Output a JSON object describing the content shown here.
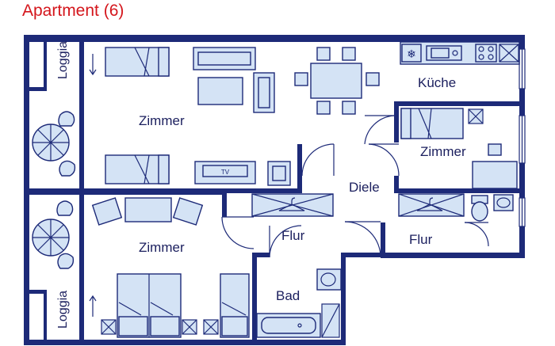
{
  "title": "Apartment (6)",
  "colors": {
    "title": "#d4161c",
    "wall": "#1d2a78",
    "furniture": "#d4e3f5",
    "label": "#1b1f5e"
  },
  "rooms": {
    "loggia_top": "Loggia",
    "loggia_bottom": "Loggia",
    "zimmer_main": "Zimmer",
    "zimmer_bedroom": "Zimmer",
    "zimmer_small": "Zimmer",
    "kueche": "Küche",
    "diele": "Diele",
    "flur_left": "Flur",
    "flur_right": "Flur",
    "bad": "Bad"
  },
  "furniture": {
    "tv_label": "TV"
  },
  "icons": [
    "bed-icon",
    "sofa-icon",
    "armchair-icon",
    "table-icon",
    "chair-icon",
    "tv-icon",
    "umbrella-icon",
    "hanger-icon",
    "toilet-icon",
    "sink-icon",
    "bathtub-icon",
    "stove-icon",
    "freezer-icon"
  ]
}
